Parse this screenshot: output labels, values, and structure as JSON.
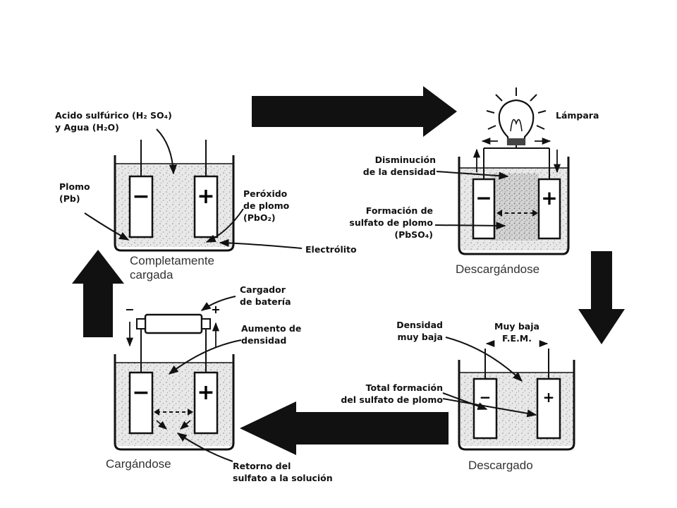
{
  "states": {
    "charged": "Completamente\ncargada",
    "discharging": "Descargándose",
    "discharged": "Descargado",
    "charging": "Cargándose"
  },
  "labels": {
    "acid_water": "Acido sulfúrico (H₂ SO₄)\ny Agua (H₂O)",
    "lead": "Plomo\n(Pb)",
    "lead_peroxide": "Peróxido\nde plomo\n(PbO₂)",
    "electrolyte": "Electrólito",
    "lamp": "Lámpara",
    "density_decrease": "Disminución\nde la densidad",
    "sulfate_formation": "Formación de\nsulfato de plomo\n(PbSO₄)",
    "density_very_low": "Densidad\nmuy baja",
    "very_low_emf": "Muy baja\nF.E.M.",
    "total_sulfate": "Total formación\ndel sulfato de plomo",
    "charger": "Cargador\nde batería",
    "density_increase": "Aumento de\ndensidad",
    "sulfate_return": "Retorno del\nsulfato a la solución"
  },
  "terminals": {
    "negative": "−",
    "positive": "+"
  },
  "colors": {
    "ink": "#111111",
    "electrolyte_fill": "#e4e4e4",
    "state_text": "#333333"
  }
}
